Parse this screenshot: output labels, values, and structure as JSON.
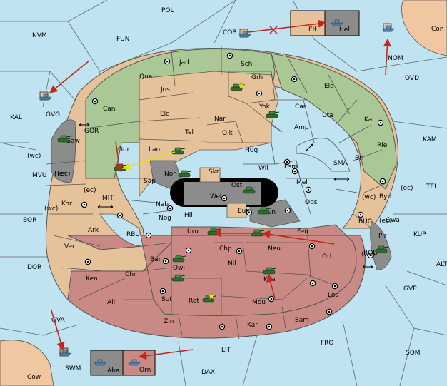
{
  "sea_color": "#bfe3f0",
  "colors": {
    "green": "#a9c896",
    "tan": "#e6c29a",
    "rose": "#c98a85",
    "grey": "#8c8c8c",
    "orange": "#f0c7a0"
  },
  "sea_labels": [
    "POL",
    "NVM",
    "FUN",
    "COB",
    "NOM",
    "Con",
    "KAL",
    "GVG",
    "OVD",
    "GOR",
    "MVU",
    "KAM",
    "SMA",
    "TEI",
    "MIT",
    "BOR",
    "RBU",
    "BUC",
    "KUP",
    "DOR",
    "ROD",
    "ALT",
    "GVP",
    "GVA",
    "LIT",
    "FRO",
    "SOM",
    "SWM",
    "DAX",
    "Cow"
  ],
  "land_labels": [
    "Jad",
    "Sch",
    "Qua",
    "Grh",
    "Jos",
    "Eld",
    "Can",
    "Yok",
    "Car",
    "Elc",
    "Nar",
    "Uta",
    "Tel",
    "Kat",
    "Olk",
    "Amp",
    "Gaw",
    "Lan",
    "Gur",
    "Hug",
    "Rie",
    "Wil",
    "Bri",
    "Esm",
    "Her",
    "Nor",
    "Skr",
    "Ost",
    "Sap",
    "Web",
    "Mel",
    "Byn",
    "Kor",
    "Nab",
    "Eun",
    "Sun",
    "Obs",
    "Gwa",
    "Hil",
    "Nog",
    "Ark",
    "Uru",
    "Feu",
    "Pir",
    "Chp",
    "Ver",
    "Neu",
    "Bar",
    "Orl",
    "Qwi",
    "Nil",
    "Ken",
    "Chr",
    "Kaa",
    "Los",
    "Ail",
    "Sot",
    "Rot",
    "Mou",
    "Zin",
    "Kar",
    "Sam",
    "Elf",
    "Hel",
    "Aba",
    "Orn"
  ],
  "small_labels": [
    "(wc)",
    "(ec)",
    "(ec)",
    "(wc)",
    "(wc)",
    "(ec)",
    "(ec)",
    "(wc)"
  ]
}
